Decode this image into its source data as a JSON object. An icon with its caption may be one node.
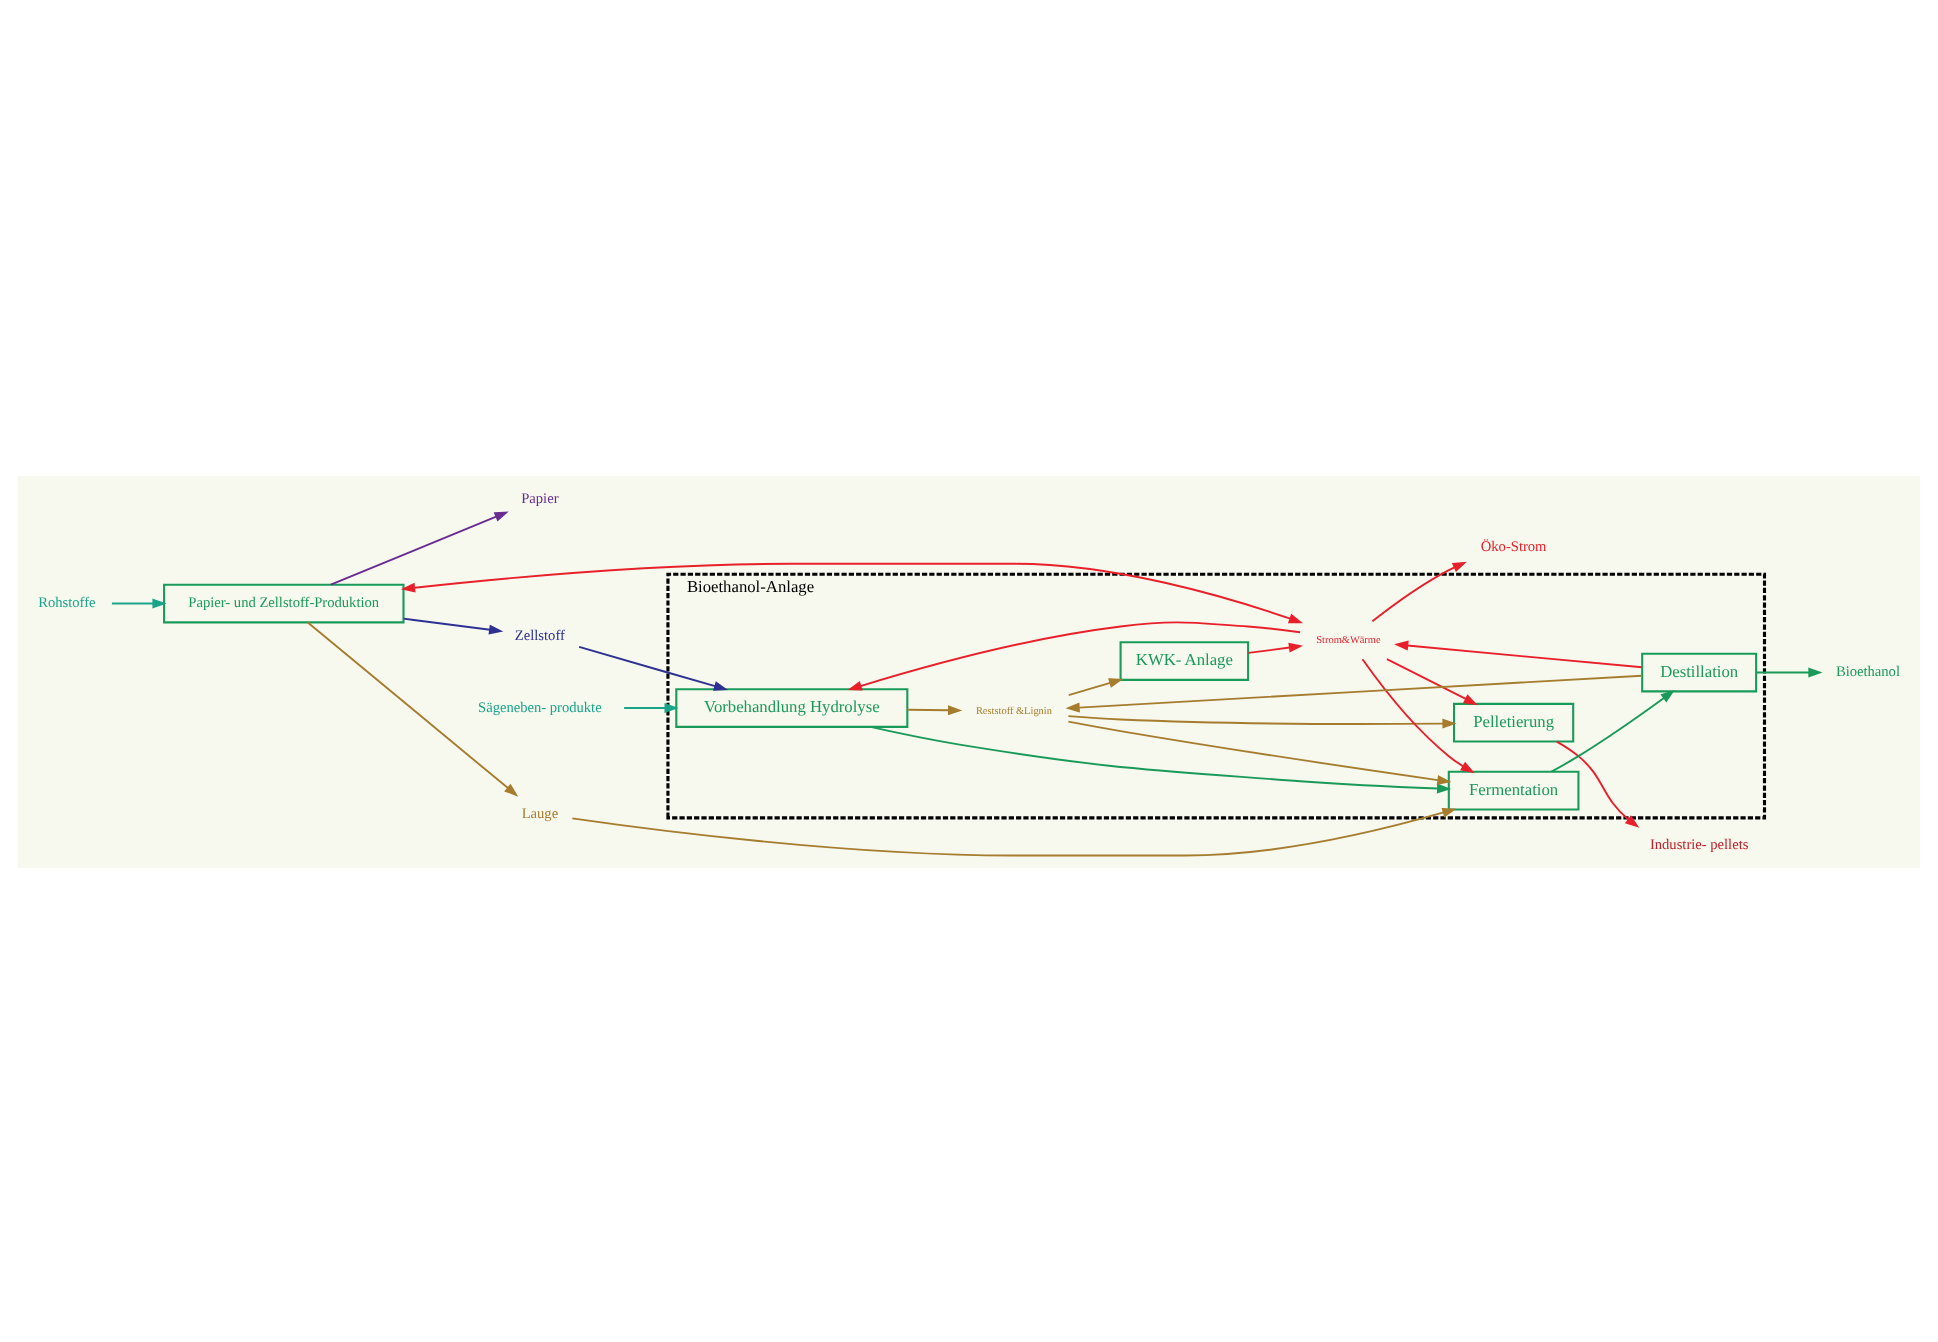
{
  "diagram": {
    "nodes": [
      {
        "text": [
          "Bioethanol-Anlage"
        ]
      },
      {
        "text": [
          "Vorbehandlung Hydrolyse"
        ],
        "in": 0
      },
      {
        "text": [
          "Reststoff &Lignin"
        ],
        "in": 0
      },
      {
        "text": [
          "Pelletierung"
        ],
        "in": 0
      },
      {
        "text": [
          "KWK- Anlage"
        ],
        "in": 0
      },
      {
        "text": [
          "Fermentation"
        ],
        "in": 0
      },
      {
        "text": [
          "Strom&Wärme"
        ],
        "in": 0
      },
      {
        "text": [
          "Destillation"
        ],
        "in": 0
      },
      {
        "text": [
          "Sägeneben- produkte"
        ]
      },
      {
        "text": [
          "Industrie- pellets"
        ]
      },
      {
        "text": [
          "Öko-Strom"
        ]
      },
      {
        "text": [
          "Bioethanol"
        ]
      },
      {
        "text": [
          "Lauge"
        ]
      },
      {
        "text": [
          "Zellstoff"
        ]
      },
      {
        "text": [
          "Rohstoffe"
        ]
      },
      {
        "text": [
          "Papier- und Zellstoff-Produktion"
        ]
      },
      {
        "text": [
          "Papier"
        ]
      }
    ],
    "edges": [
      {
        "from": 8,
        "to": 1,
        "arrow": "to",
        "color": "#1aa58a"
      },
      {
        "from": 13,
        "to": 1,
        "arrow": "to",
        "color": "#2e3192"
      },
      {
        "from": 1,
        "to": 2,
        "arrow": "to",
        "color": "#a67c2e"
      },
      {
        "from": 2,
        "to": 3,
        "arrow": "to",
        "color": "#a67c2e"
      },
      {
        "from": 2,
        "to": 4,
        "arrow": "to",
        "color": "#a67c2e"
      },
      {
        "from": 1,
        "to": 5,
        "arrow": "to",
        "color": "#1a9a5a"
      },
      {
        "from": 5,
        "to": 7,
        "arrow": "to",
        "color": "#1a9a5a"
      },
      {
        "from": 2,
        "to": 5,
        "arrow": "to",
        "color": "#a67c2e"
      },
      {
        "from": 7,
        "to": 2,
        "arrow": "to",
        "color": "#a67c2e"
      },
      {
        "from": 4,
        "to": 6,
        "arrow": "to"
      },
      {
        "from": 6,
        "to": 1,
        "arrow": "to"
      },
      {
        "from": 6,
        "to": 5,
        "arrow": "to"
      },
      {
        "from": 6,
        "to": 3,
        "arrow": "to"
      },
      {
        "from": 7,
        "to": 6,
        "arrow": "to"
      },
      {
        "from": 15,
        "to": 6,
        "arrow": "both"
      },
      {
        "from": 6,
        "to": 10,
        "arrow": "to"
      },
      {
        "from": 3,
        "to": 9,
        "arrow": "to"
      },
      {
        "from": 7,
        "to": 11,
        "arrow": "to",
        "color": "#1a9a5a"
      },
      {
        "from": 12,
        "to": 5,
        "arrow": "to",
        "color": "#a67c2e"
      },
      {
        "from": 15,
        "to": 12,
        "arrow": "to",
        "color": "#a67c2e"
      },
      {
        "from": 15,
        "to": 13,
        "arrow": "to",
        "color": "#2e3192"
      },
      {
        "from": 14,
        "to": 15,
        "arrow": "to",
        "color": "#1aa58a"
      },
      {
        "from": 15,
        "to": 16,
        "arrow": "to",
        "color": "#6a2c91"
      }
    ]
  }
}
